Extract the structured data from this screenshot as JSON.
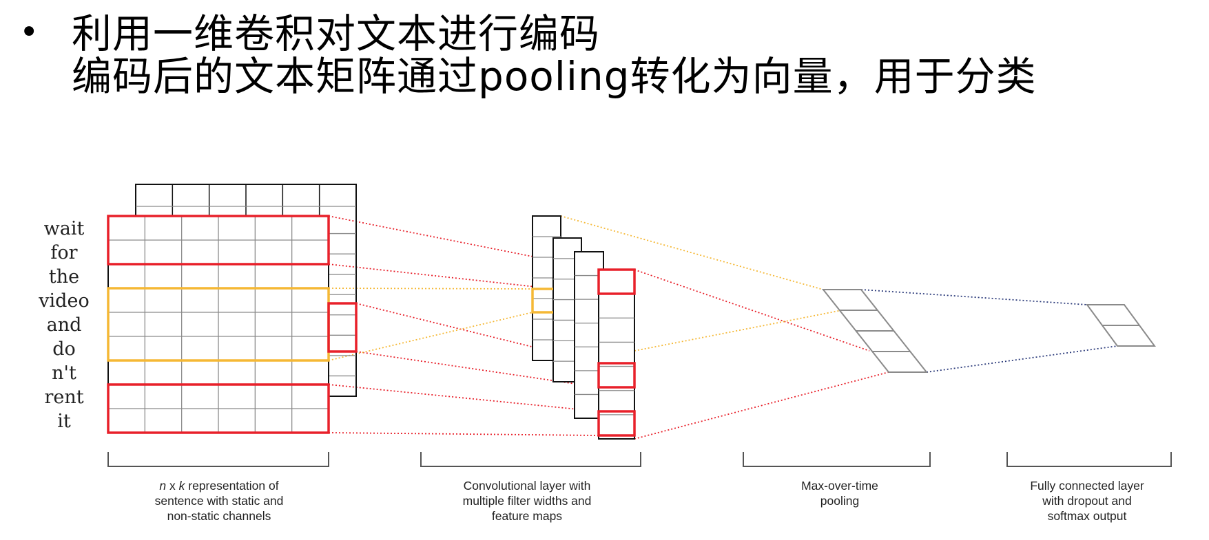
{
  "heading": {
    "bullet": "•",
    "line1": "利用一维卷积对文本进行编码",
    "line2": "编码后的文本矩阵通过pooling转化为向量，用于分类"
  },
  "diagram": {
    "words": [
      "wait",
      "for",
      "the",
      "video",
      "and",
      "do",
      "n't",
      "rent",
      "it"
    ],
    "captions": {
      "embedding": {
        "line1_n": "n",
        "line1_x": " x ",
        "line1_k": "k",
        "line1_rest": " representation of",
        "line2": "sentence with static and",
        "line3": "non-static channels"
      },
      "conv": [
        "Convolutional layer with",
        "multiple filter widths and",
        "feature maps"
      ],
      "pool": [
        "Max-over-time",
        "pooling"
      ],
      "fc": [
        "Fully connected layer",
        "with dropout and",
        "softmax output"
      ]
    },
    "colors": {
      "red": "#e8202a",
      "yellow": "#f5b835",
      "navy": "#2b3a7a",
      "grid": "#8a8a8a",
      "black": "#111111"
    }
  }
}
